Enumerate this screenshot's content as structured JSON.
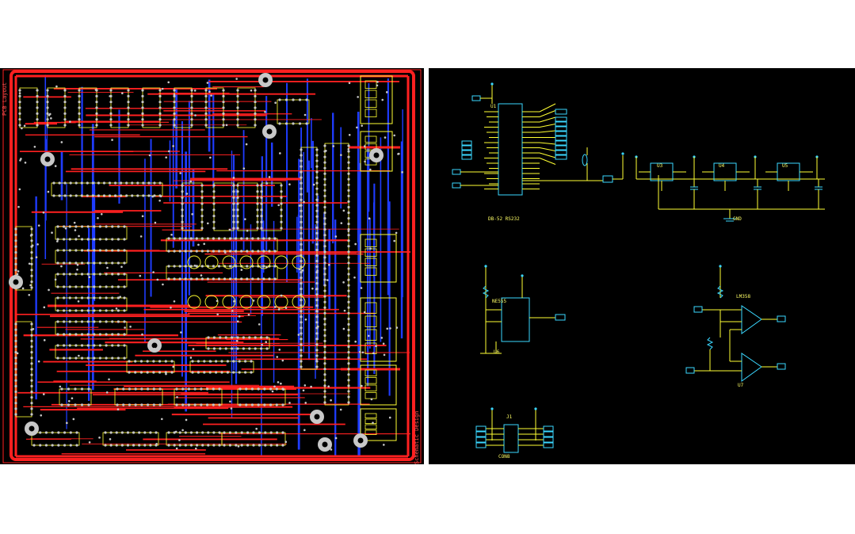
{
  "pcb": {
    "edge_left_label": "PCB Layout",
    "edge_right_label": "Schematic Design",
    "colors": {
      "board": "#000000",
      "top_layer": "#ff2020",
      "bottom_layer": "#1f3cff",
      "silkscreen": "#ffff33",
      "pads": "#c8c8c8",
      "outline": "#ff2020"
    }
  },
  "schematic": {
    "colors": {
      "background": "#000000",
      "wire": "#ffff33",
      "component": "#3ad7ff",
      "label": "#ffff66"
    },
    "blocks": [
      {
        "id": "mcu",
        "ref": "U1",
        "caption": "DB-52 RS232"
      },
      {
        "id": "regulators",
        "refs": [
          "U3",
          "U4",
          "U5"
        ],
        "ground": "GND"
      },
      {
        "id": "timer",
        "ref": "U6",
        "caption": "NE555"
      },
      {
        "id": "opamp",
        "ref": "U7",
        "caption": "LM358"
      },
      {
        "id": "connector",
        "ref": "J1",
        "caption": "CON8"
      }
    ]
  }
}
